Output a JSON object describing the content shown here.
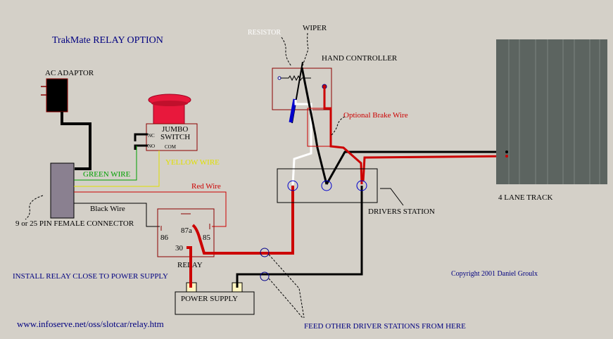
{
  "title": "TrakMate RELAY OPTION",
  "labels": {
    "resistor": "RESISTOR",
    "wiper": "WIPER",
    "hand_controller": "HAND CONTROLLER",
    "ac_adaptor": "AC ADAPTOR",
    "jumbo_switch_line1": "JUMBO",
    "jumbo_switch_line2": "SWITCH",
    "nc": "NC",
    "no": "NO",
    "com": "COM",
    "optional_brake_wire": "Optional Brake Wire",
    "green_wire": "GREEN WIRE",
    "yellow_wire": "YELLOW WIRE",
    "red_wire": "Red Wire",
    "black_wire": "Black Wire",
    "connector": "9 or 25 PIN FEMALE CONNECTOR",
    "pin_86": "86",
    "pin_87a": "87a",
    "pin_85": "85",
    "pin_30": "30",
    "relay": "RELAY",
    "install_note": "INSTALL RELAY CLOSE TO POWER SUPPLY",
    "drivers_station": "DRIVERS STATION",
    "four_lane_track": "4 LANE TRACK",
    "copyright": "Copyright  2001 Daniel Groulx",
    "power_supply": "POWER SUPPLY",
    "url": "www.infoserve.net/oss/slotcar/relay.htm",
    "feed_note": "FEED OTHER DRIVER STATIONS FROM HERE"
  },
  "colors": {
    "background": "#d4d0c8",
    "title_blue": "#000080",
    "wire_red": "#cc0000",
    "wire_black": "#000000",
    "wire_green": "#00a000",
    "wire_yellow": "#e0e000",
    "track": "#5c6460",
    "button_red": "#e8183c"
  }
}
